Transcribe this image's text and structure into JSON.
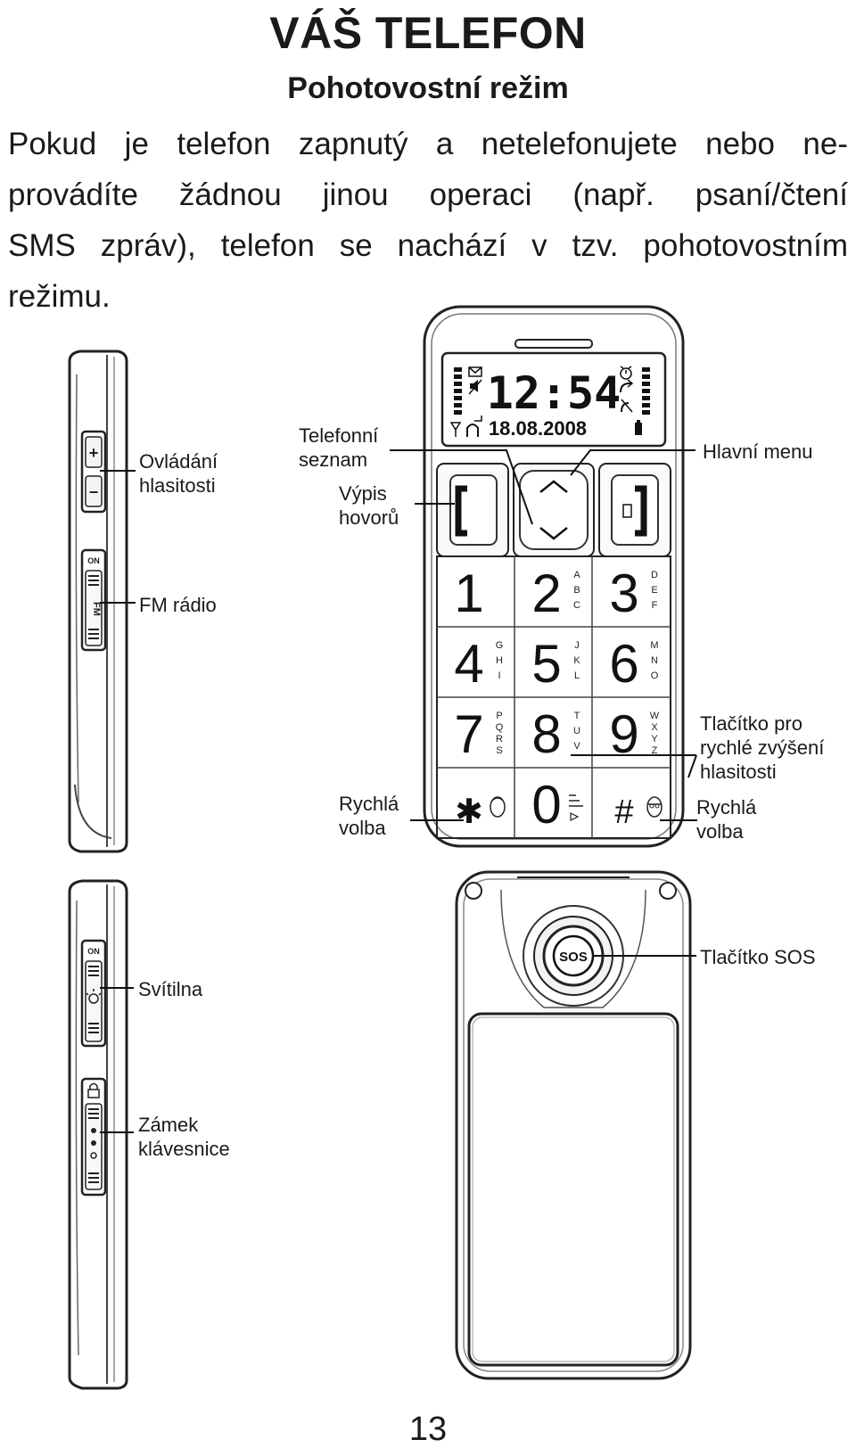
{
  "page": {
    "title": "VÁŠ TELEFON",
    "subtitle": "Pohotovostní režim",
    "paragraph_lines": [
      "Pokud je telefon zapnutý a netelefonujete nebo ne-",
      "provádíte žádnou jinou operaci (např. psaní/čtení",
      "SMS zpráv), telefon se nachází v tzv. pohotovostním",
      "režimu."
    ],
    "page_number": "13"
  },
  "phone_screen": {
    "time": "12:54",
    "date": "18.08.2008"
  },
  "side_button_marks": {
    "plus": "+",
    "minus": "−",
    "on": "ON",
    "fm": "FM"
  },
  "keypad": [
    {
      "digit": "1",
      "letters": ""
    },
    {
      "digit": "2",
      "letters": "ABC"
    },
    {
      "digit": "3",
      "letters": "DEF"
    },
    {
      "digit": "4",
      "letters": "GHI"
    },
    {
      "digit": "5",
      "letters": "JKL"
    },
    {
      "digit": "6",
      "letters": "MNO"
    },
    {
      "digit": "7",
      "letters": "PQRS"
    },
    {
      "digit": "8",
      "letters": "TUV"
    },
    {
      "digit": "9",
      "letters": "WXYZ"
    },
    {
      "digit": "✱",
      "letters": ""
    },
    {
      "digit": "0",
      "letters": ""
    },
    {
      "digit": "#",
      "letters": ""
    }
  ],
  "callouts": {
    "volume_control": [
      "Ovládání",
      "hlasitosti"
    ],
    "fm_radio": "FM rádio",
    "phonebook": [
      "Telefonní",
      "seznam"
    ],
    "call_log": [
      "Výpis",
      "hovorů"
    ],
    "main_menu": "Hlavní menu",
    "quick_volume_boost": [
      "Tlačítko pro",
      "rychlé zvýšení",
      "hlasitosti"
    ],
    "speed_dial_left": [
      "Rychlá",
      "volba"
    ],
    "speed_dial_right": [
      "Rychlá",
      "volba"
    ],
    "flashlight": "Svítilna",
    "keypad_lock": [
      "Zámek",
      "klávesnice"
    ],
    "sos_button": "Tlačítko SOS",
    "sos_label": "SOS"
  }
}
